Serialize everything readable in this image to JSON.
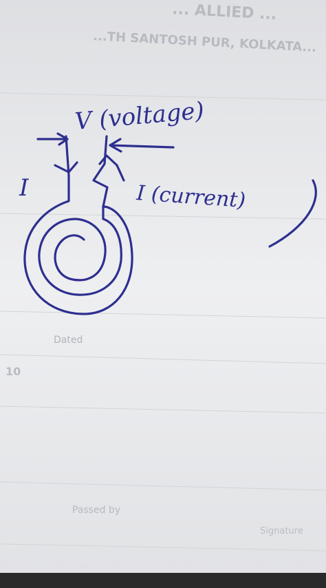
{
  "photo": {
    "subject": "handwritten sketch on printed notebook page",
    "colors": {
      "paper": "#e9eaec",
      "ink": "#2e2f8f",
      "print": "#9a9ca4",
      "dark_bottom": "#2a2a2a"
    }
  },
  "printed_header": {
    "line1": "... ALLIED ...",
    "line2": "...TH SANTOSH PUR, KOLKATA..."
  },
  "printed_footer": {
    "dated_label": "Dated",
    "page_number": "10",
    "passed_by_label": "Passed by",
    "signature_label": "Signature"
  },
  "handwriting": {
    "voltage_label": "V (voltage)",
    "current_label_left": "I",
    "current_label_right": "I (current)"
  }
}
